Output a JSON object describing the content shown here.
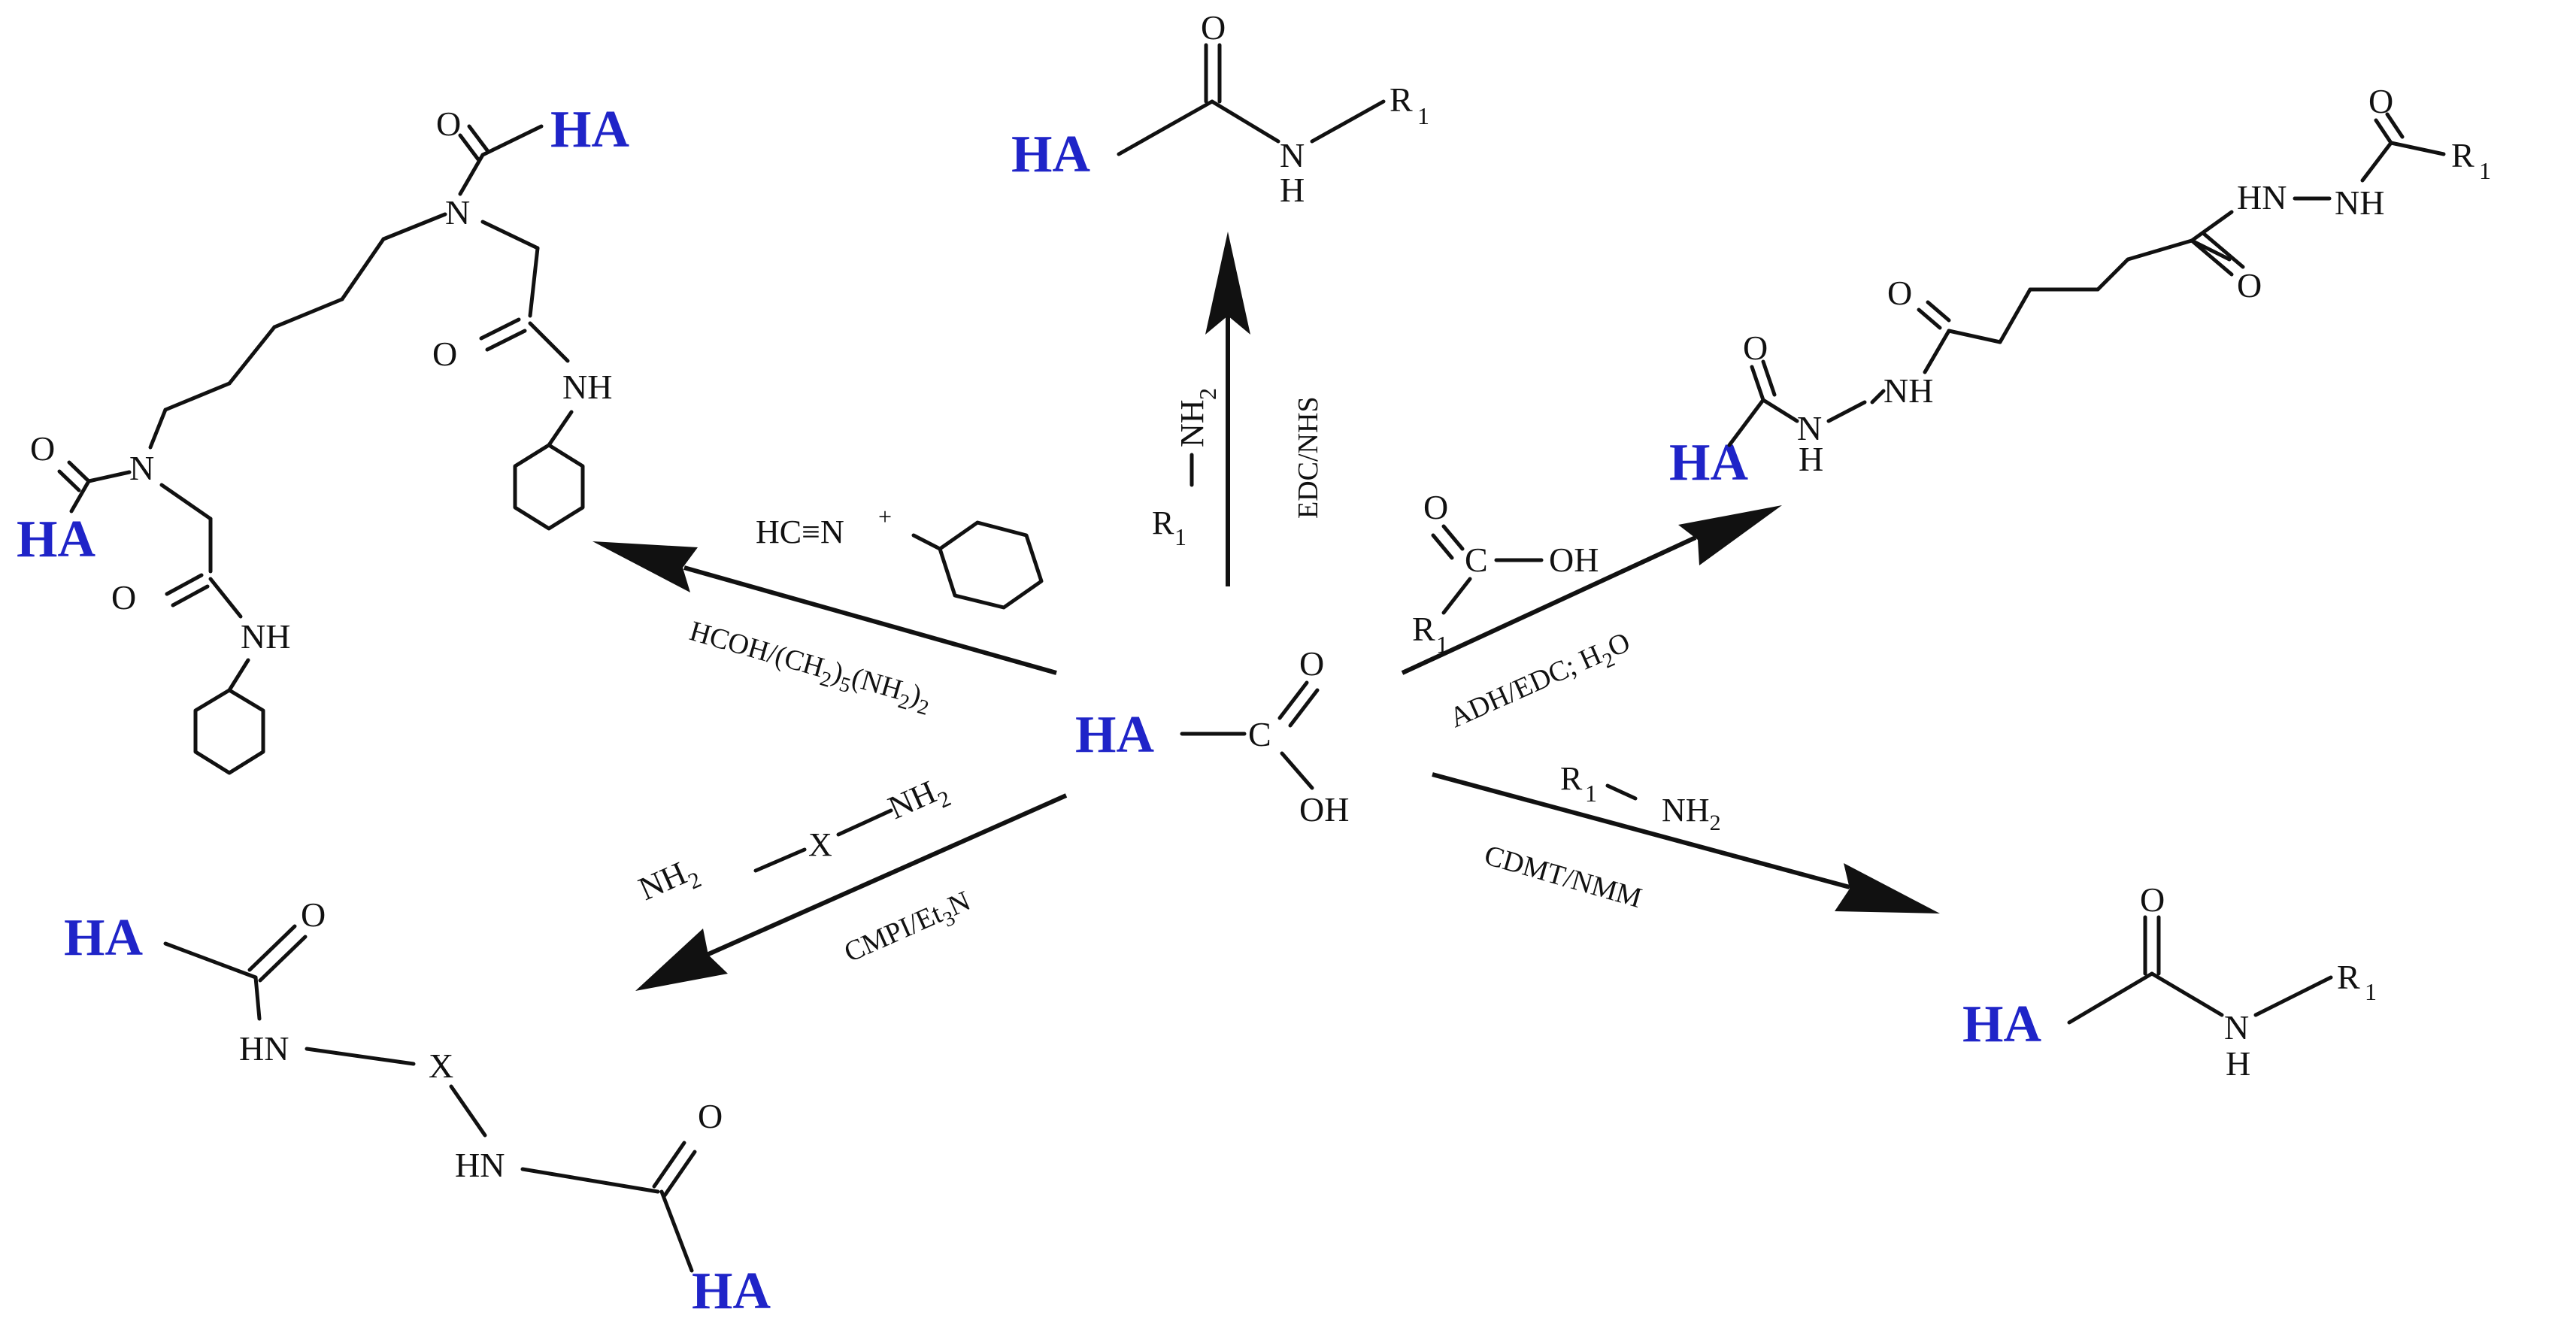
{
  "colors": {
    "ha": "#1f24c8",
    "ink": "#111111",
    "background": "#ffffff"
  },
  "labels": {
    "ha": "HA",
    "o": "O",
    "oh": "OH",
    "nh": "NH",
    "hn": "HN",
    "n": "N",
    "h": "H",
    "x": "X",
    "r": "R",
    "r_sub": "1",
    "c": "C",
    "nh2_main": "NH",
    "sub2": "2"
  },
  "center": {
    "c_label": "C"
  },
  "top_route": {
    "reagent_nh": "NH",
    "reagent_sub": "2",
    "reagent_r": "R",
    "reagent_r_sub": "1",
    "conditions": "EDC/NHS"
  },
  "upper_left_route": {
    "reagent": "HC≡N",
    "reagent_plus": "+",
    "conditions_main": "HCOH/(CH",
    "conditions_s1": "2",
    "conditions_mid": ")",
    "conditions_s2": "5",
    "conditions_mid2": "(NH",
    "conditions_s3": "2",
    "conditions_end": ")",
    "conditions_s4": "2"
  },
  "upper_right_route": {
    "reagent_o": "O",
    "reagent_c": "C",
    "reagent_oh": "OH",
    "reagent_r": "R",
    "reagent_r_sub": "1",
    "conditions_main": "ADH/EDC; H",
    "conditions_sub": "2",
    "conditions_end": "O"
  },
  "lower_left_route": {
    "reagent_nh_a": "NH",
    "reagent_sub_a": "2",
    "reagent_x": "X",
    "reagent_nh_b": "NH",
    "reagent_sub_b": "2",
    "conditions_main": "CMPI/Et",
    "conditions_sub": "3",
    "conditions_end": "N"
  },
  "lower_right_route": {
    "reagent_r": "R",
    "reagent_r_sub": "1",
    "reagent_nh": "NH",
    "reagent_sub": "2",
    "conditions": "CDMT/NMM"
  }
}
